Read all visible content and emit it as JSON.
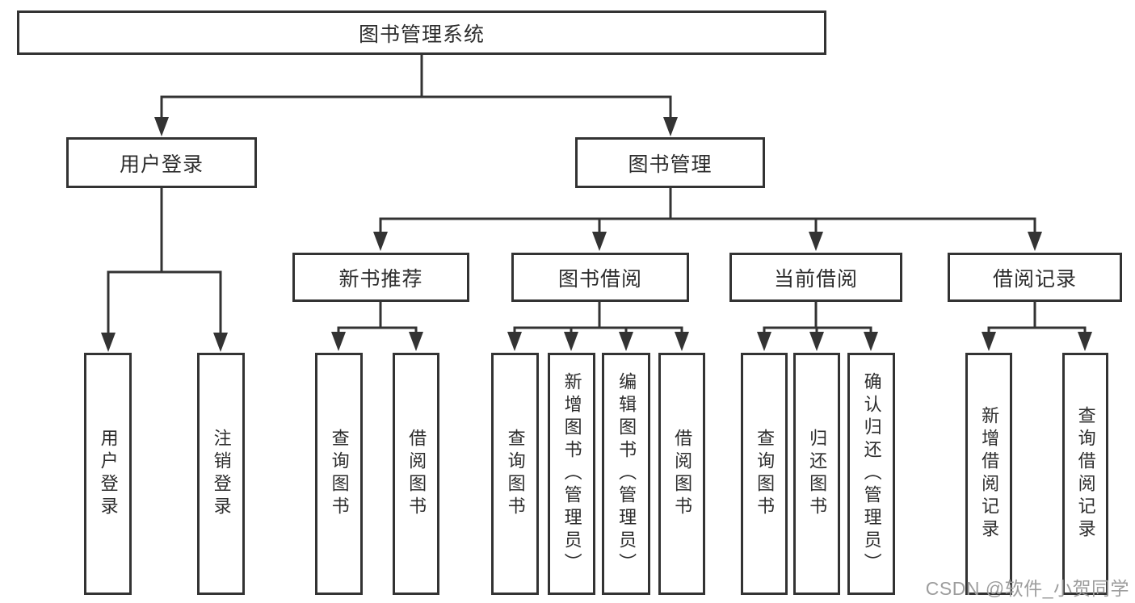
{
  "diagram": {
    "type": "tree",
    "root": {
      "label": "图书管理系统"
    },
    "branches": [
      {
        "label": "用户登录",
        "children": [
          {
            "label": "用户登录"
          },
          {
            "label": "注销登录"
          }
        ]
      },
      {
        "label": "图书管理",
        "children": [
          {
            "label": "新书推荐",
            "children": [
              {
                "label": "查询图书"
              },
              {
                "label": "借阅图书"
              }
            ]
          },
          {
            "label": "图书借阅",
            "children": [
              {
                "label": "查询图书"
              },
              {
                "label": "新增图书（管理员）"
              },
              {
                "label": "编辑图书（管理员）"
              },
              {
                "label": "借阅图书"
              }
            ]
          },
          {
            "label": "当前借阅",
            "children": [
              {
                "label": "查询图书"
              },
              {
                "label": "归还图书"
              },
              {
                "label": "确认归还（管理员）"
              }
            ]
          },
          {
            "label": "借阅记录",
            "children": [
              {
                "label": "新增借阅记录"
              },
              {
                "label": "查询借阅记录"
              }
            ]
          }
        ]
      }
    ]
  },
  "watermark": "CSDN @软件_小贺同学",
  "colors": {
    "line": "#333333",
    "box_border": "#333333",
    "text": "#2d2d2d",
    "watermark": "#9d9d9d",
    "background": "#ffffff"
  }
}
